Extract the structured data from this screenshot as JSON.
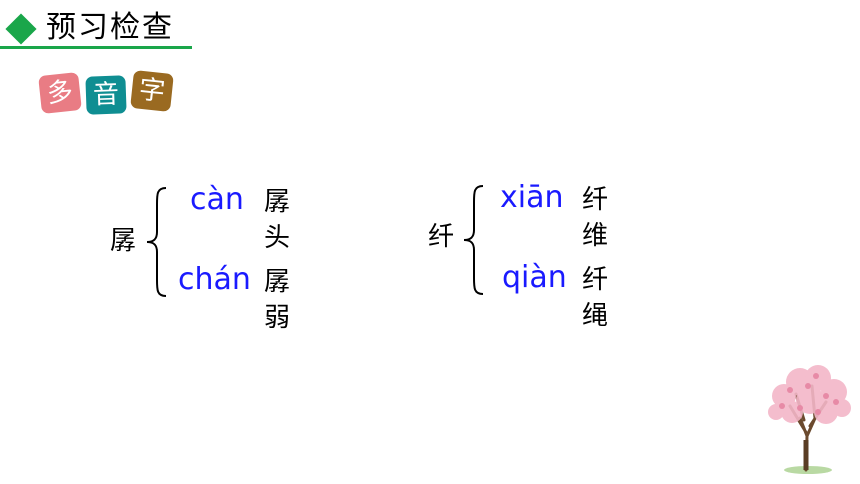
{
  "header": {
    "title": "预习检查",
    "icon": "diamond-icon"
  },
  "badges": [
    "多",
    "音",
    "字"
  ],
  "groups": [
    {
      "char": "孱",
      "readings": [
        {
          "pinyin": "càn",
          "word": "孱头"
        },
        {
          "pinyin": "chán",
          "word": "孱弱"
        }
      ]
    },
    {
      "char": "纤",
      "readings": [
        {
          "pinyin": "xiān",
          "word": "纤维"
        },
        {
          "pinyin": "qiàn",
          "word": "纤绳"
        }
      ]
    }
  ],
  "colors": {
    "accent": "#1aa64a",
    "pinyin": "#1a1aff",
    "badge_pink": "#e97c84",
    "badge_teal": "#0f8e92",
    "badge_brown": "#9a6a21"
  }
}
